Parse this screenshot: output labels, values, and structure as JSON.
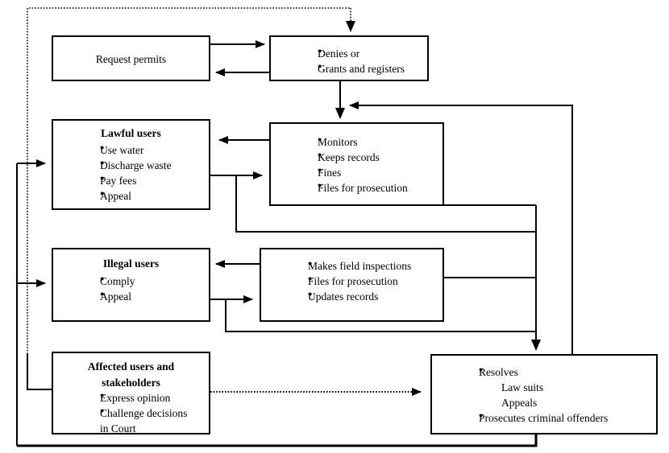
{
  "diagram": {
    "title": "Water permit administration flow diagram",
    "line_color": "#000000",
    "background": "#ffffff",
    "nodes": [
      {
        "id": "request-permits",
        "name": "node-request-permits",
        "layout": "center",
        "center_text": "Request permits",
        "title": "",
        "items": []
      },
      {
        "id": "denies-grants",
        "name": "node-denies-grants",
        "layout": "bullets",
        "center_text": "",
        "title": "",
        "items": [
          {
            "text": "Denies or",
            "bulleted": true
          },
          {
            "text": "Grants and registers",
            "bulleted": true
          }
        ]
      },
      {
        "id": "lawful-users",
        "name": "node-lawful-users",
        "layout": "title-bullets",
        "center_text": "",
        "title": "Lawful users",
        "items": [
          {
            "text": "Use water",
            "bulleted": true
          },
          {
            "text": "Discharge waste",
            "bulleted": true
          },
          {
            "text": "Pay fees",
            "bulleted": true
          },
          {
            "text": "Appeal",
            "bulleted": true
          }
        ]
      },
      {
        "id": "monitors",
        "name": "node-monitors",
        "layout": "bullets",
        "center_text": "",
        "title": "",
        "items": [
          {
            "text": "Monitors",
            "bulleted": true
          },
          {
            "text": "Keeps records",
            "bulleted": true
          },
          {
            "text": "Fines",
            "bulleted": true
          },
          {
            "text": "Files for prosecution",
            "bulleted": true
          }
        ]
      },
      {
        "id": "illegal-users",
        "name": "node-illegal-users",
        "layout": "title-bullets",
        "center_text": "",
        "title": "Illegal users",
        "items": [
          {
            "text": "Comply",
            "bulleted": true
          },
          {
            "text": "Appeal",
            "bulleted": true
          }
        ]
      },
      {
        "id": "field-inspections",
        "name": "node-field-inspections",
        "layout": "bullets",
        "center_text": "",
        "title": "",
        "items": [
          {
            "text": "Makes field inspections",
            "bulleted": true
          },
          {
            "text": "Files for prosecution",
            "bulleted": true
          },
          {
            "text": "Updates records",
            "bulleted": true
          }
        ]
      },
      {
        "id": "affected-users",
        "name": "node-affected-users",
        "layout": "title-bullets",
        "center_text": "",
        "title": "Affected users and stakeholders",
        "items": [
          {
            "text": "Express opinion",
            "bulleted": true
          },
          {
            "text": "Challenge decisions",
            "bulleted": true
          },
          {
            "text": "in Court",
            "bulleted": false
          }
        ]
      },
      {
        "id": "resolves",
        "name": "node-resolves",
        "layout": "bullets",
        "center_text": "",
        "title": "",
        "items": [
          {
            "text": "Resolves",
            "bulleted": true
          },
          {
            "text": "Law suits",
            "bulleted": false
          },
          {
            "text": "Appeals",
            "bulleted": false
          },
          {
            "text": "Prosecutes criminal offenders",
            "bulleted": true
          }
        ]
      }
    ],
    "connectors": [
      {
        "id": "c1",
        "name": "connector-feedback-top-to-denies",
        "style": "dotted"
      },
      {
        "id": "c2",
        "name": "connector-request-to-denies",
        "style": "solid"
      },
      {
        "id": "c3",
        "name": "connector-denies-to-request",
        "style": "solid"
      },
      {
        "id": "c4",
        "name": "connector-denies-to-monitors",
        "style": "solid"
      },
      {
        "id": "c5",
        "name": "connector-right-return-to-monitors",
        "style": "solid"
      },
      {
        "id": "c6",
        "name": "connector-monitors-to-lawful-users",
        "style": "solid"
      },
      {
        "id": "c7",
        "name": "connector-lawful-users-to-monitors",
        "style": "solid"
      },
      {
        "id": "c8",
        "name": "connector-monitors-to-resolves",
        "style": "solid"
      },
      {
        "id": "c9",
        "name": "connector-lawful-users-branch-to-resolves",
        "style": "solid"
      },
      {
        "id": "c10",
        "name": "connector-inspections-to-illegal-users",
        "style": "solid"
      },
      {
        "id": "c11",
        "name": "connector-illegal-users-to-inspections",
        "style": "solid"
      },
      {
        "id": "c12",
        "name": "connector-inspections-to-resolves",
        "style": "solid"
      },
      {
        "id": "c13",
        "name": "connector-illegal-branch-to-resolves",
        "style": "solid"
      },
      {
        "id": "c14",
        "name": "connector-affected-users-to-resolves",
        "style": "dotted"
      },
      {
        "id": "c15",
        "name": "connector-left-bus-to-lawful-users",
        "style": "solid"
      },
      {
        "id": "c16",
        "name": "connector-left-bus-to-illegal-users",
        "style": "solid"
      },
      {
        "id": "c17",
        "name": "connector-resolves-bottom-return",
        "style": "solid"
      },
      {
        "id": "c18",
        "name": "connector-dotted-left-bus-to-affected-users",
        "style": "dotted"
      }
    ]
  }
}
